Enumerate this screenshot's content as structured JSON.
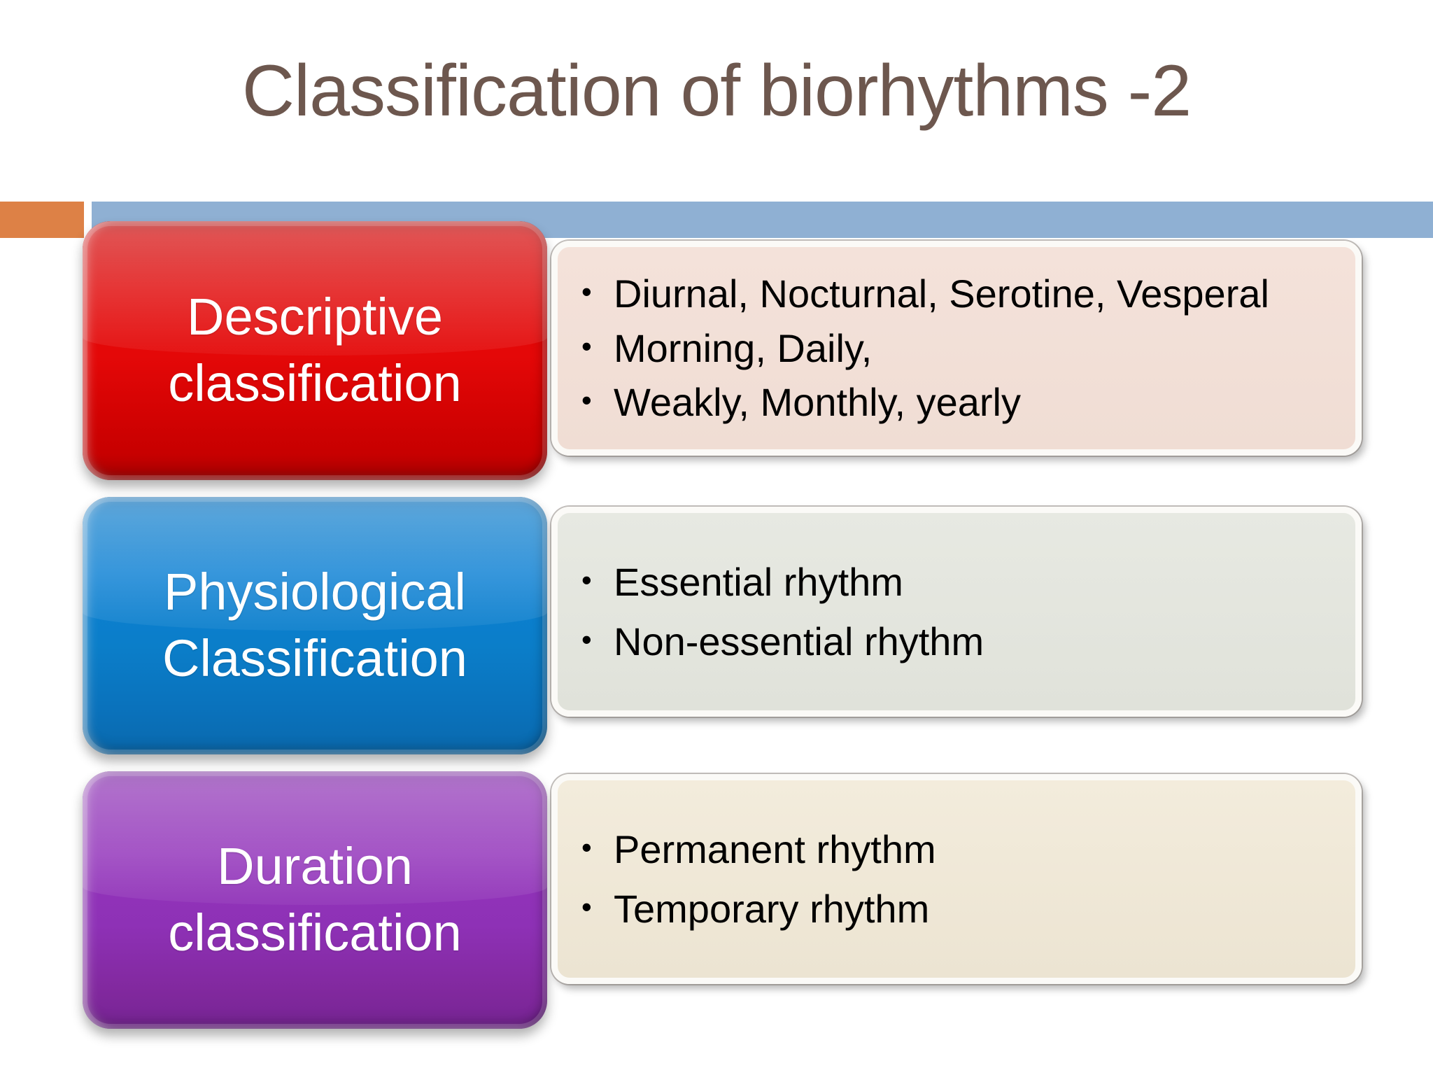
{
  "slide": {
    "title": "Classification of biorhythms -2",
    "title_color": "#6d574e",
    "background": "#ffffff"
  },
  "decor": {
    "orange_block_color": "#dd8146",
    "blue_bar_color": "#8fb0d3"
  },
  "rows": [
    {
      "label": "Descriptive classification",
      "label_color": "#e40808",
      "panel_color": "#f2e0d7",
      "bullet_glyph": "•",
      "bullets": [
        "Diurnal, Nocturnal, Serotine, Vesperal",
        "Morning, Daily,",
        "Weakly, Monthly, yearly"
      ]
    },
    {
      "label": "Physiological Classification",
      "label_color": "#0c80d4",
      "panel_color": "#e3e5de",
      "bullet_glyph": "•",
      "bullets": [
        "Essential rhythm",
        "Non-essential rhythm"
      ]
    },
    {
      "label": "Duration classification",
      "label_color": "#9334bb",
      "panel_color": "#f0ead9",
      "bullet_glyph": "•",
      "bullets": [
        "Permanent rhythm",
        "Temporary rhythm"
      ]
    }
  ]
}
